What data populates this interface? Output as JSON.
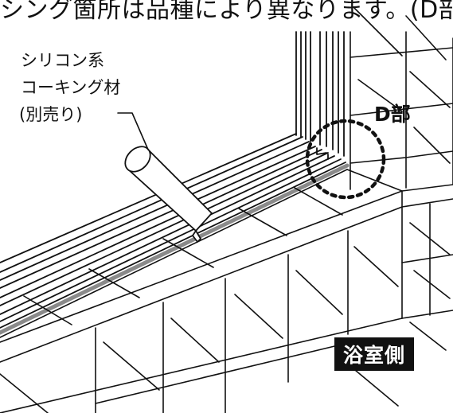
{
  "header": {
    "cropped_text": "シング箇所は品種により異なります。(D部"
  },
  "callouts": {
    "caulk_line1": "シリコン系",
    "caulk_line2": "コーキング材",
    "caulk_line3": "(別売り)",
    "detail_label": "D部",
    "bath_side": "浴室側"
  },
  "colors": {
    "ink": "#111111",
    "paper": "#ffffff",
    "tag_bg": "#111111",
    "tag_text": "#ffffff",
    "sealant_gray": "#8a8a8a"
  }
}
